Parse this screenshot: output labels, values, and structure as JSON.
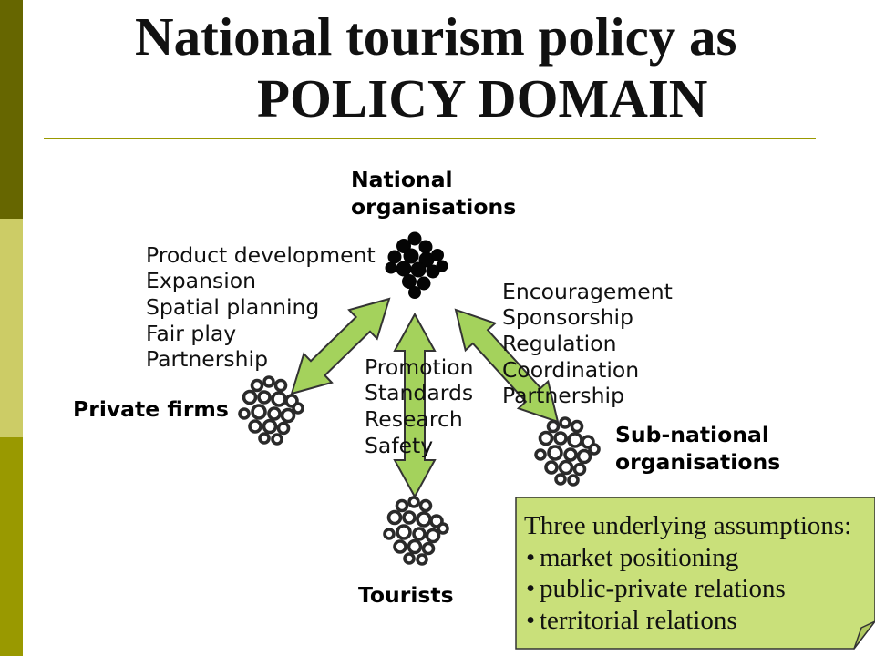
{
  "title": {
    "line1": "National tourism policy as",
    "line2": "POLICY DOMAIN"
  },
  "diagram": {
    "nodes": {
      "national": {
        "label": [
          "National",
          "organisations"
        ],
        "icon": "filled-group-icon"
      },
      "private_firms": {
        "label": [
          "Private firms"
        ],
        "icon": "group-icon"
      },
      "sub_national": {
        "label": [
          "Sub-national",
          "organisations"
        ],
        "icon": "group-icon"
      },
      "tourists": {
        "label": [
          "Tourists"
        ],
        "icon": "group-icon"
      }
    },
    "relations": {
      "national_private_firms": [
        "Product development",
        "Expansion",
        "Spatial planning",
        "Fair play",
        "Partnership"
      ],
      "national_tourists": [
        "Promotion",
        "Standards",
        "Research",
        "Safety"
      ],
      "national_sub_national": [
        "Encouragement",
        "Sponsorship",
        "Regulation",
        "Coordination",
        "Partnership"
      ]
    }
  },
  "note": {
    "heading": "Three underlying assumptions:",
    "bullets": [
      "market positioning",
      "public-private relations",
      "territorial relations"
    ]
  },
  "colors": {
    "band_top": "#666600",
    "band_middle": "#cccc66",
    "band_bottom": "#999900",
    "title_rule": "#999900",
    "arrow_fill": "#a4d25c",
    "note_fill": "#c9e07a",
    "outline": "#333333"
  }
}
